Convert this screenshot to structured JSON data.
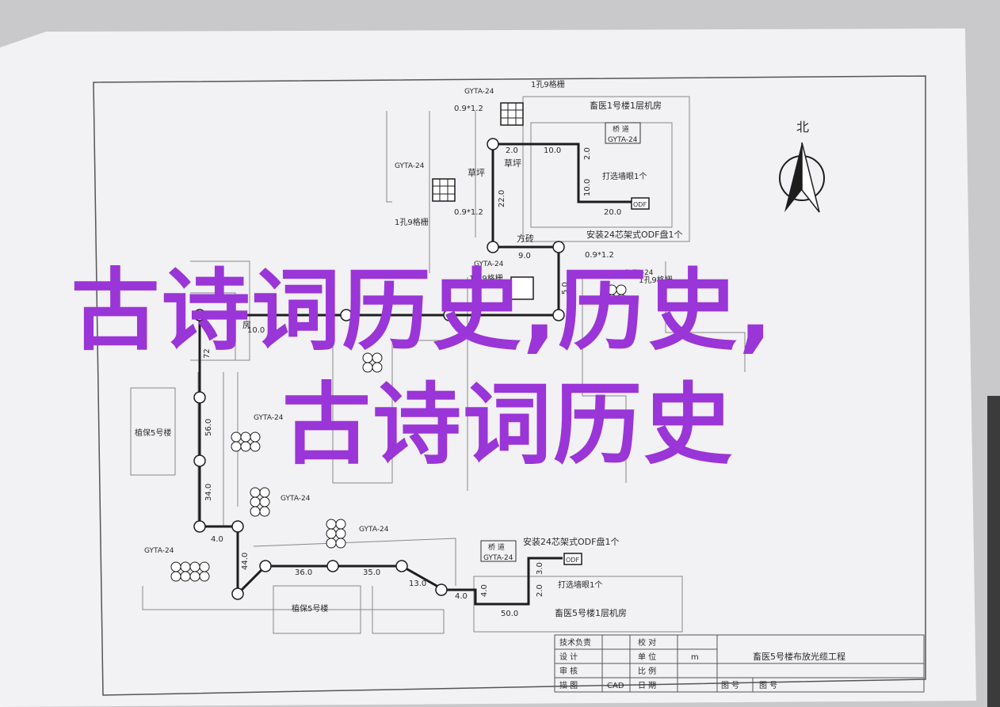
{
  "north_label": "北",
  "rooms": {
    "room_top": "畜医1号楼1层机房",
    "room_bottom": "畜医5号楼1层机房",
    "room_left": "植保5号楼",
    "room_bottom_mid": "植保5号楼"
  },
  "places": {
    "grass": "草坪",
    "grass2": "草坪",
    "square": "方砖",
    "left_room_partial": "房"
  },
  "labels": {
    "gyta_a": "GYTA-24",
    "gyta_b": "GYTA-24",
    "gyta_c": "GYTA-24",
    "gyta_d": "GYTA-24",
    "gyta_e": "GYTA-24",
    "gyta_f": "GYTA-24",
    "gyta_g": "GYTA-24",
    "gyta_h": "GYTA-24",
    "pipe_1": "1孔9格栅",
    "pipe_2": "1孔9格栅",
    "pipe_3": "1孔9格栅",
    "pipe_4": "1孔9格栅",
    "spec_1": "0.9*1.2",
    "spec_2": "0.9*1.2",
    "spec_3": "0.9*1.2",
    "odf_top": "安装24芯架式ODF盘1个",
    "odf_bottom": "安装24芯架式ODF盘1个",
    "wall_top": "打选墙眼1个",
    "wall_bottom": "打选墙眼1个",
    "tray_top_1": "桥 道",
    "tray_top_2": "GYTA-24",
    "tray_bot_1": "桥 道",
    "tray_bot_2": "GYTA-24",
    "odf_box": "ODF"
  },
  "distances": {
    "d_2_0": "2.0",
    "d_10_0a": "10.0",
    "d_2_0b": "2.0",
    "d_10_0b": "10.0",
    "d_20_0": "20.0",
    "d_22_0": "22.0",
    "d_9_0": "9.0",
    "d_5_0": "5.0",
    "d_72": "72",
    "d_56_0": "56.0",
    "d_34_0": "34.0",
    "d_4_0a": "4.0",
    "d_44_0": "44.0",
    "d_36_0": "36.0",
    "d_35_0": "35.0",
    "d_13_0": "13.0",
    "d_4_0b": "4.0",
    "d_4_0c": "4.0",
    "d_50_0": "50.0",
    "d_2_0c": "2.0",
    "d_3_0": "3.0",
    "d_10_0c": "10.0"
  },
  "title_block": {
    "r1c1": "技术负责",
    "r1c2": "校 对",
    "r2c1": "设 计",
    "r2c2": "单 位",
    "r2c3": "m",
    "r3c1": "审 核",
    "r3c2": "比 例",
    "r4c1": "描 图",
    "r4c1b": "CAD",
    "r4c2": "日 期",
    "r4c3": "图 号",
    "r4c4": "图 号",
    "project": "畜医5号楼布放光缆工程"
  },
  "overlay": {
    "line1": "古诗词历史,历史,",
    "line2": "古诗词历史"
  }
}
